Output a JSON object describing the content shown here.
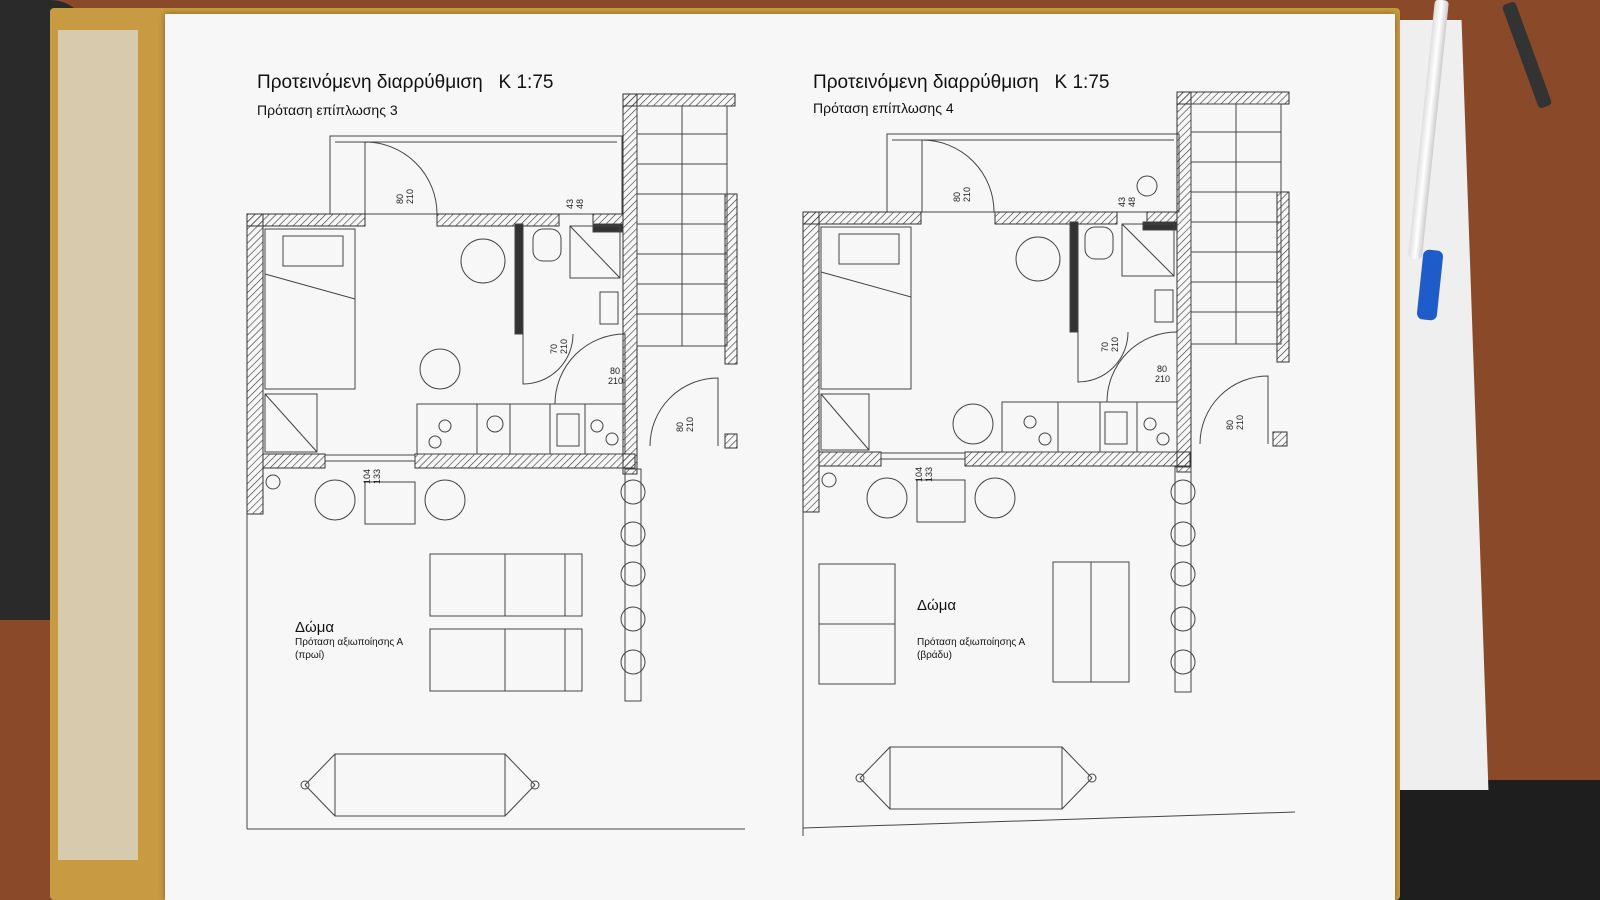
{
  "left_sheet": {
    "title": "Προτεινόμενη διαρρύθμιση",
    "scale": "K 1:75",
    "subtitle": "Πρόταση επίπλωσης 3",
    "roof_label": "Δώμα",
    "roof_sub1": "Πρόταση αξιωποίησης Α",
    "roof_sub2": "(πρωί)"
  },
  "right_sheet": {
    "title": "Προτεινόμενη διαρρύθμιση",
    "scale": "K 1:75",
    "subtitle": "Πρόταση επίπλωσης 4",
    "roof_label": "Δώμα",
    "roof_sub1": "Πρόταση αξιωποίησης Α",
    "roof_sub2": "(βράδυ)"
  },
  "dimensions": {
    "door_main": [
      "80",
      "210"
    ],
    "door_bath": [
      "43",
      "48"
    ],
    "door_inner": [
      "70",
      "210"
    ],
    "door_kitchen": [
      "80",
      "210"
    ],
    "door_stair": [
      "80",
      "210"
    ],
    "window": [
      "104",
      "133"
    ]
  },
  "colors": {
    "wall": "#333333",
    "line": "#444444",
    "paper": "#f7f7f7"
  }
}
